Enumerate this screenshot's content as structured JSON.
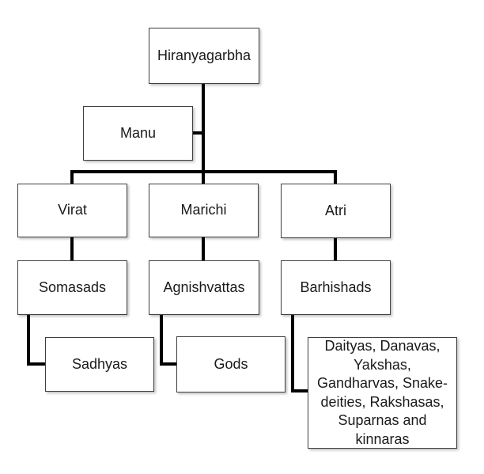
{
  "diagram": {
    "background_color": "#ffffff",
    "box_fill_color": "#ffffff",
    "box_border_color": "#404040",
    "connector_color": "#000000",
    "text_color": "#1a1a1a",
    "nodes": [
      {
        "id": "hiranyagarbha",
        "label": "Hiranyagarbha"
      },
      {
        "id": "manu",
        "label": "Manu"
      },
      {
        "id": "virat",
        "label": "Virat"
      },
      {
        "id": "marichi",
        "label": "Marichi"
      },
      {
        "id": "atri",
        "label": "Atri"
      },
      {
        "id": "somasads",
        "label": "Somasads"
      },
      {
        "id": "agnishvattas",
        "label": "Agnishvattas"
      },
      {
        "id": "barhishads",
        "label": "Barhishads"
      },
      {
        "id": "sadhyas",
        "label": "Sadhyas"
      },
      {
        "id": "gods",
        "label": "Gods"
      },
      {
        "id": "daityas",
        "label": "Daityas, Danavas, Yakshas, Gandharvas, Snake-deities, Rakshasas, Suparnas and kinnaras",
        "label_lines": [
          "Daityas, Danavas,",
          "Yakshas,",
          "Gandharvas, Snake-",
          "deities, Rakshasas,",
          "Suparnas and",
          "kinnaras"
        ]
      }
    ],
    "edges": [
      {
        "from": "Hiranyagarbha",
        "to": "Manu"
      },
      {
        "from": "Hiranyagarbha",
        "to": "Virat"
      },
      {
        "from": "Hiranyagarbha",
        "to": "Marichi"
      },
      {
        "from": "Hiranyagarbha",
        "to": "Atri"
      },
      {
        "from": "Virat",
        "to": "Somasads"
      },
      {
        "from": "Somasads",
        "to": "Sadhyas"
      },
      {
        "from": "Marichi",
        "to": "Agnishvattas"
      },
      {
        "from": "Agnishvattas",
        "to": "Gods"
      },
      {
        "from": "Atri",
        "to": "Barhishads"
      },
      {
        "from": "Barhishads",
        "to": "Daityas, Danavas, Yakshas, Gandharvas, Snake-deities, Rakshasas, Suparnas and kinnaras"
      }
    ]
  }
}
